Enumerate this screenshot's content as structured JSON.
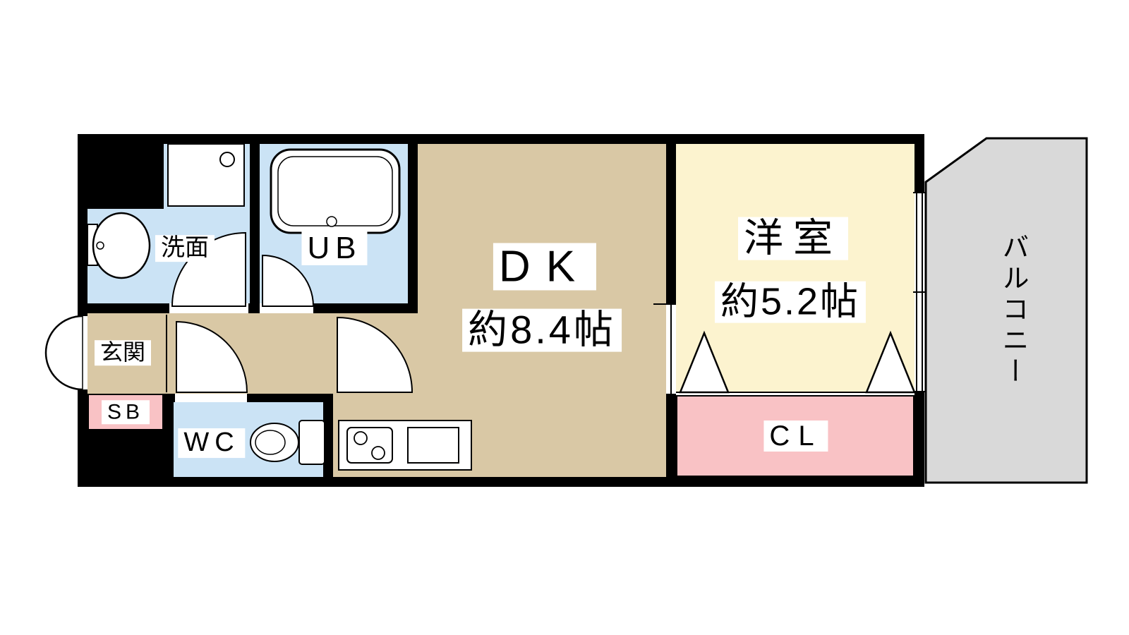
{
  "rooms": {
    "washroom": {
      "label": "洗面"
    },
    "unit_bath": {
      "label": "UB"
    },
    "dining_kitchen": {
      "label": "DK",
      "size": "約8.4帖"
    },
    "western_room": {
      "label": "洋室",
      "size": "約5.2帖"
    },
    "entrance": {
      "label": "玄関"
    },
    "shoe_box": {
      "label": "SB"
    },
    "toilet": {
      "label": "WC"
    },
    "closet": {
      "label": "CL"
    },
    "balcony": {
      "label": "バルコニー"
    }
  },
  "colors": {
    "wall": "#000000",
    "wet_area_floor": "#cbe3f5",
    "dk_floor": "#d9c8a5",
    "western_room_floor": "#fcf3cf",
    "storage_fill": "#f9c2c5",
    "balcony_fill": "#d9d9d9",
    "outline": "#000000",
    "background": "#ffffff"
  }
}
